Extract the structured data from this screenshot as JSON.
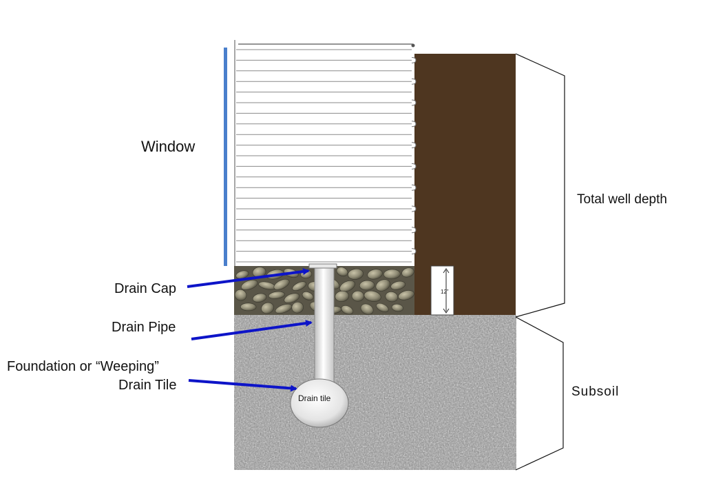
{
  "labels": {
    "window": "Window",
    "drain_cap": "Drain Cap",
    "drain_pipe": "Drain Pipe",
    "foundation_line1": "Foundation or “Weeping”",
    "foundation_line2": "Drain Tile",
    "drain_tile_inner": "Drain tile",
    "measure": "12”",
    "total_well_depth": "Total well depth",
    "subsoil": "Subsoil"
  },
  "colors": {
    "window_bar": "#4a7fcc",
    "window_text": "#4a7fcc",
    "soil": "#4e3620",
    "arrow": "#0d14c8",
    "well_bg": "#ffffff",
    "well_line": "#8a8a8a"
  },
  "well": {
    "corrugation_count": 21
  }
}
